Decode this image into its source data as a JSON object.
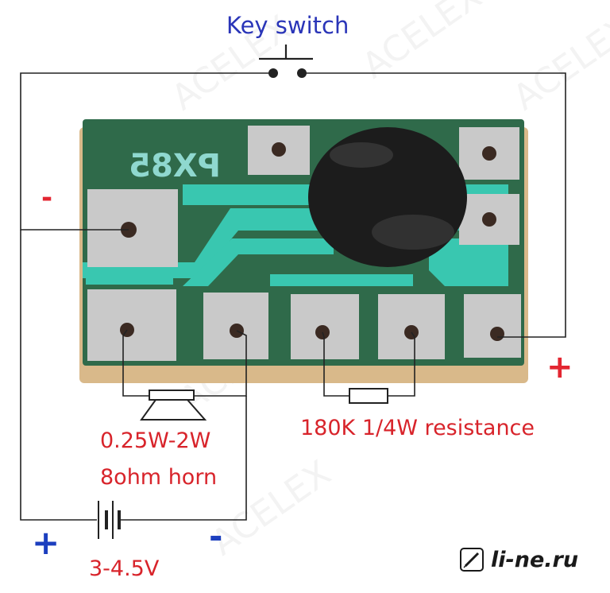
{
  "labels": {
    "key_switch": "Key switch",
    "chip_marking": "PX85",
    "resistance": "180K 1/4W resistance",
    "horn_line1": "0.25W-2W",
    "horn_line2": "8ohm horn",
    "voltage": "3-4.5V",
    "minus_left": "-",
    "plus_right": "+",
    "plus_bottom": "+",
    "minus_bottom": "-",
    "brand": "li-ne.ru",
    "watermark": "ACELEX"
  },
  "colors": {
    "board_green": "#2f6a4a",
    "trace_cyan": "#39c7b0",
    "pad_silver": "#c9c9c9",
    "board_edge": "#d9b98a",
    "blob_black": "#1c1c1c",
    "wire": "#222222",
    "blue_text": "#2a35b8",
    "red_text": "#d8242b"
  }
}
